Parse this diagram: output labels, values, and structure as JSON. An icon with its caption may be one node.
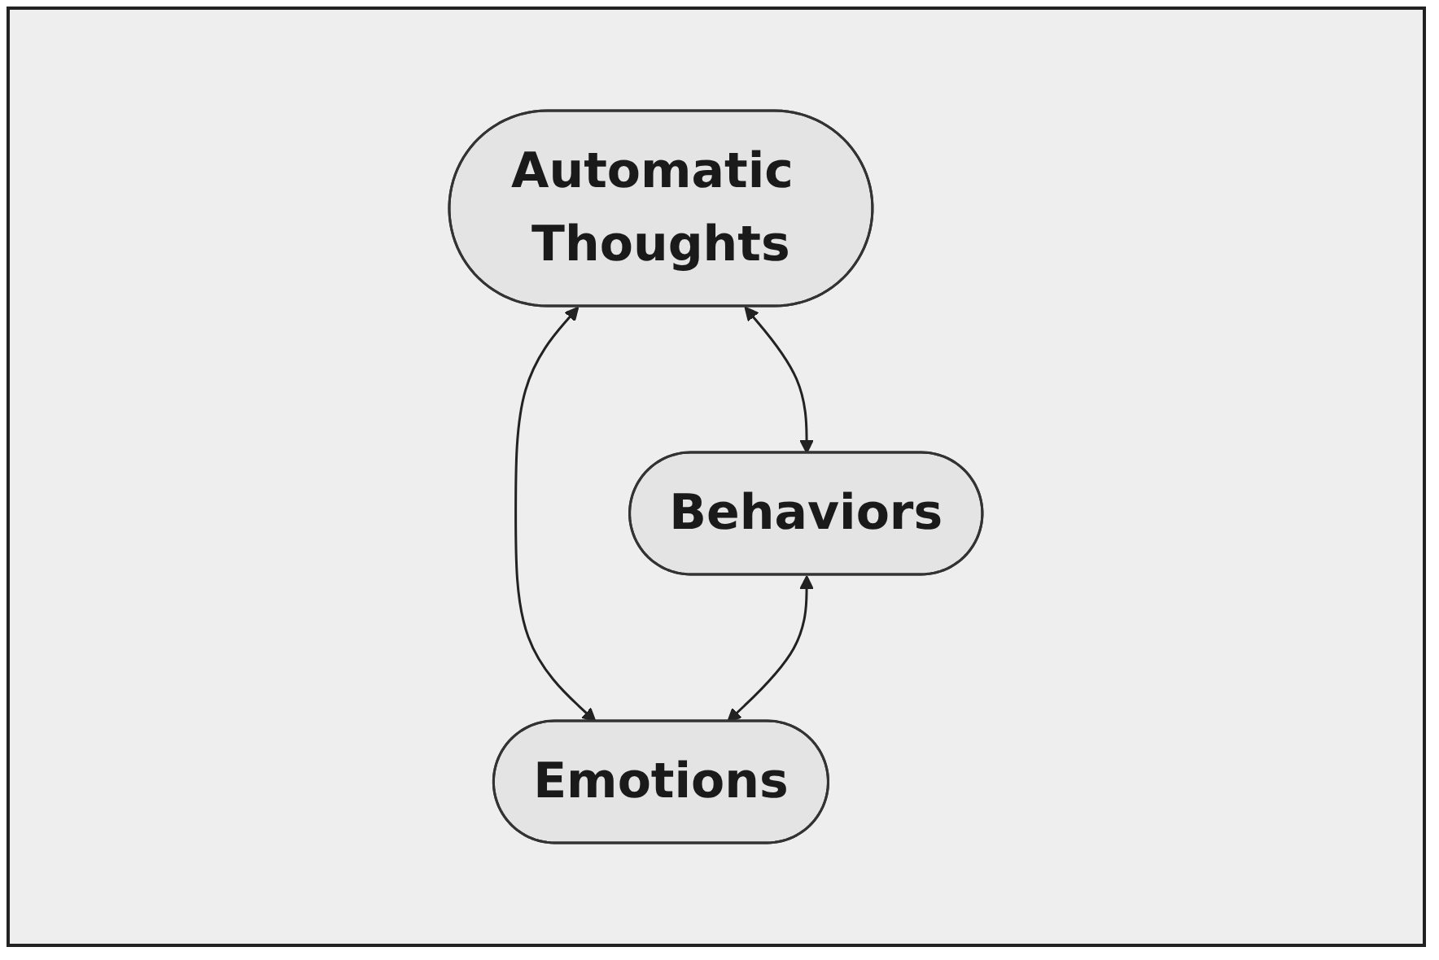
{
  "diagram": {
    "nodes": [
      {
        "text": [
          "Automatic Thoughts"
        ]
      },
      {
        "text": [
          "Behaviors"
        ]
      },
      {
        "text": [
          "Emotions"
        ]
      }
    ],
    "edges": [
      {
        "from": 0,
        "to": 1,
        "arrow": "both"
      },
      {
        "from": 0,
        "to": 2,
        "arrow": "both"
      },
      {
        "from": 1,
        "to": 2,
        "arrow": "both"
      }
    ]
  }
}
